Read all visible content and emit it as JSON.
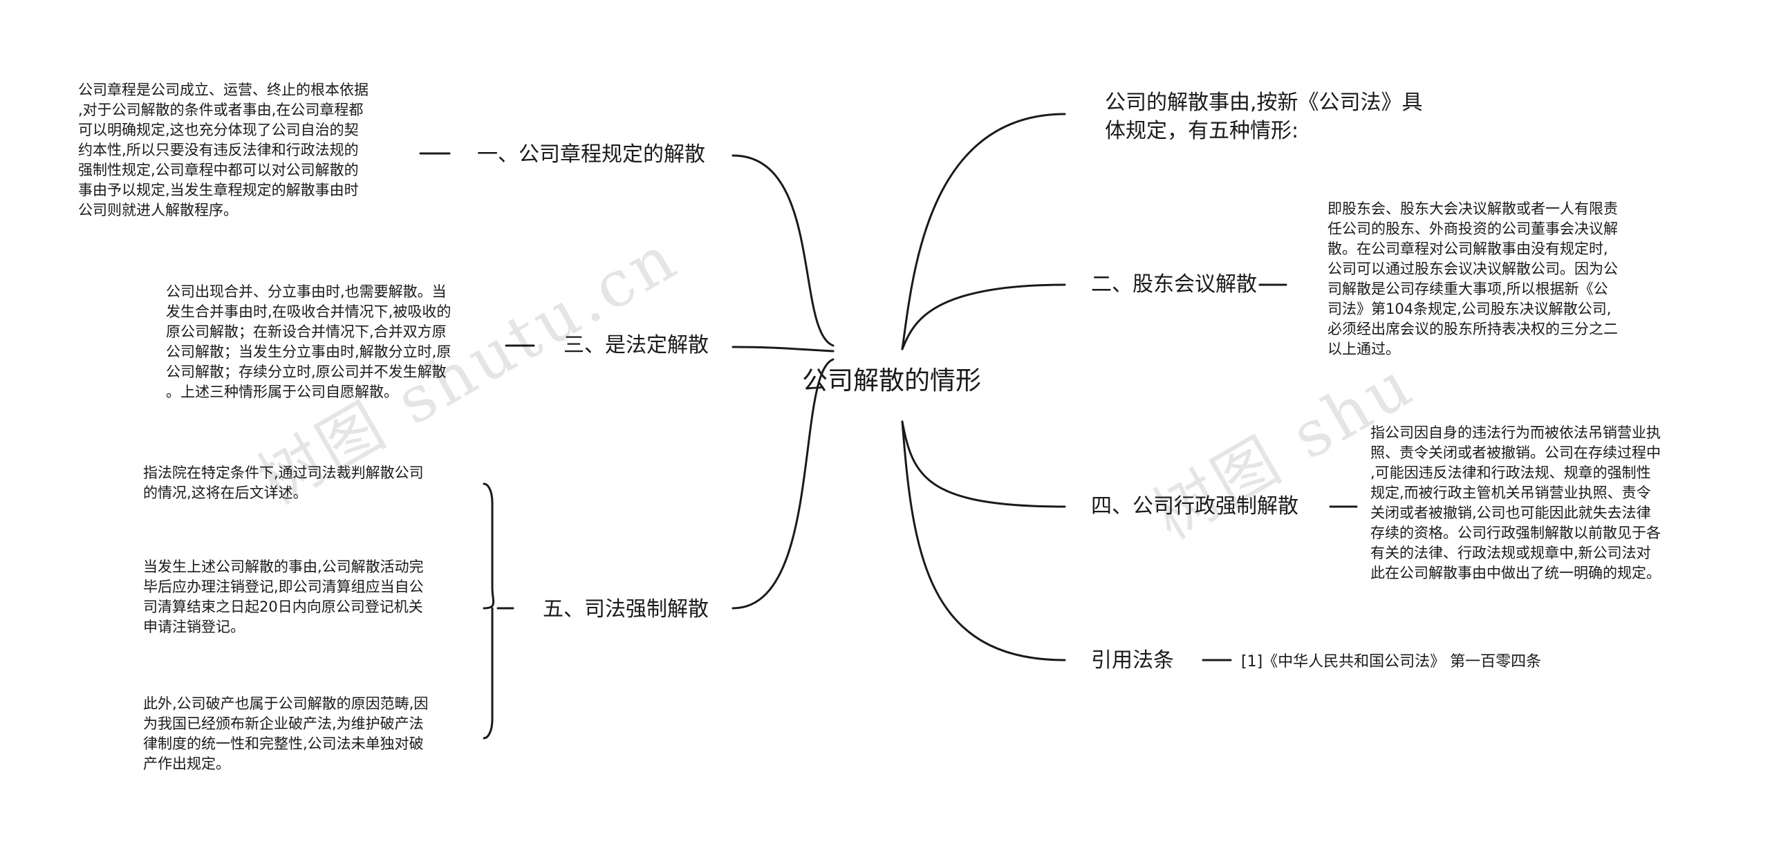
{
  "root": "公司解散的情形",
  "watermarks": [
    "树图 shutu.cn",
    "树图 shu"
  ],
  "left_branches": [
    {
      "label": "一、公司章程规定的解散",
      "details": [
        "公司章程是公司成立、运营、终止的根本依据\n,对于公司解散的条件或者事由,在公司章程都\n可以明确规定,这也充分体现了公司自治的契\n约本性,所以只要没有违反法律和行政法规的\n强制性规定,公司章程中都可以对公司解散的\n事由予以规定,当发生章程规定的解散事由时\n公司则就进人解散程序。"
      ]
    },
    {
      "label": "三、是法定解散",
      "details": [
        "公司出现合并、分立事由时,也需要解散。当\n发生合并事由时,在吸收合并情况下,被吸收的\n原公司解散；在新设合并情况下,合并双方原\n公司解散；当发生分立事由时,解散分立时,原\n公司解散；存续分立时,原公司并不发生解散\n。上述三种情形属于公司自愿解散。"
      ]
    },
    {
      "label": "五、司法强制解散",
      "details": [
        "指法院在特定条件下,通过司法裁判解散公司\n的情况,这将在后文详述。",
        "当发生上述公司解散的事由,公司解散活动完\n毕后应办理注销登记,即公司清算组应当自公\n司清算结束之日起20日内向原公司登记机关\n申请注销登记。",
        "此外,公司破产也属于公司解散的原因范畴,因\n为我国已经颁布新企业破产法,为维护破产法\n律制度的统一性和完整性,公司法未单独对破\n产作出规定。"
      ]
    }
  ],
  "right_branches": [
    {
      "label": "公司的解散事由,按新《公司法》具\n体规定，有五种情形:",
      "details": []
    },
    {
      "label": "二、股东会议解散",
      "details": [
        "即股东会、股东大会决议解散或者一人有限责\n任公司的股东、外商投资的公司董事会决议解\n散。在公司章程对公司解散事由没有规定时,\n公司可以通过股东会议决议解散公司。因为公\n司解散是公司存续重大事项,所以根据新《公\n司法》第104条规定,公司股东决议解散公司,\n必须经出席会议的股东所持表决权的三分之二\n以上通过。"
      ]
    },
    {
      "label": "四、公司行政强制解散",
      "details": [
        "指公司因自身的违法行为而被依法吊销营业执\n照、责令关闭或者被撤销。公司在存续过程中\n,可能因违反法律和行政法规、规章的强制性\n规定,而被行政主管机关吊销营业执照、责令\n关闭或者被撤销,公司也可能因此就失去法律\n存续的资格。公司行政强制解散以前散见于各\n有关的法律、行政法规或规章中,新公司法对\n此在公司解散事由中做出了统一明确的规定。"
      ]
    },
    {
      "label": "引用法条",
      "details": [
        "[1]《中华人民共和国公司法》 第一百零四条"
      ]
    }
  ],
  "colors": {
    "line": "#1a1a1a",
    "text": "#1a1a1a",
    "background": "#ffffff",
    "watermark": "#e6e6e6"
  }
}
